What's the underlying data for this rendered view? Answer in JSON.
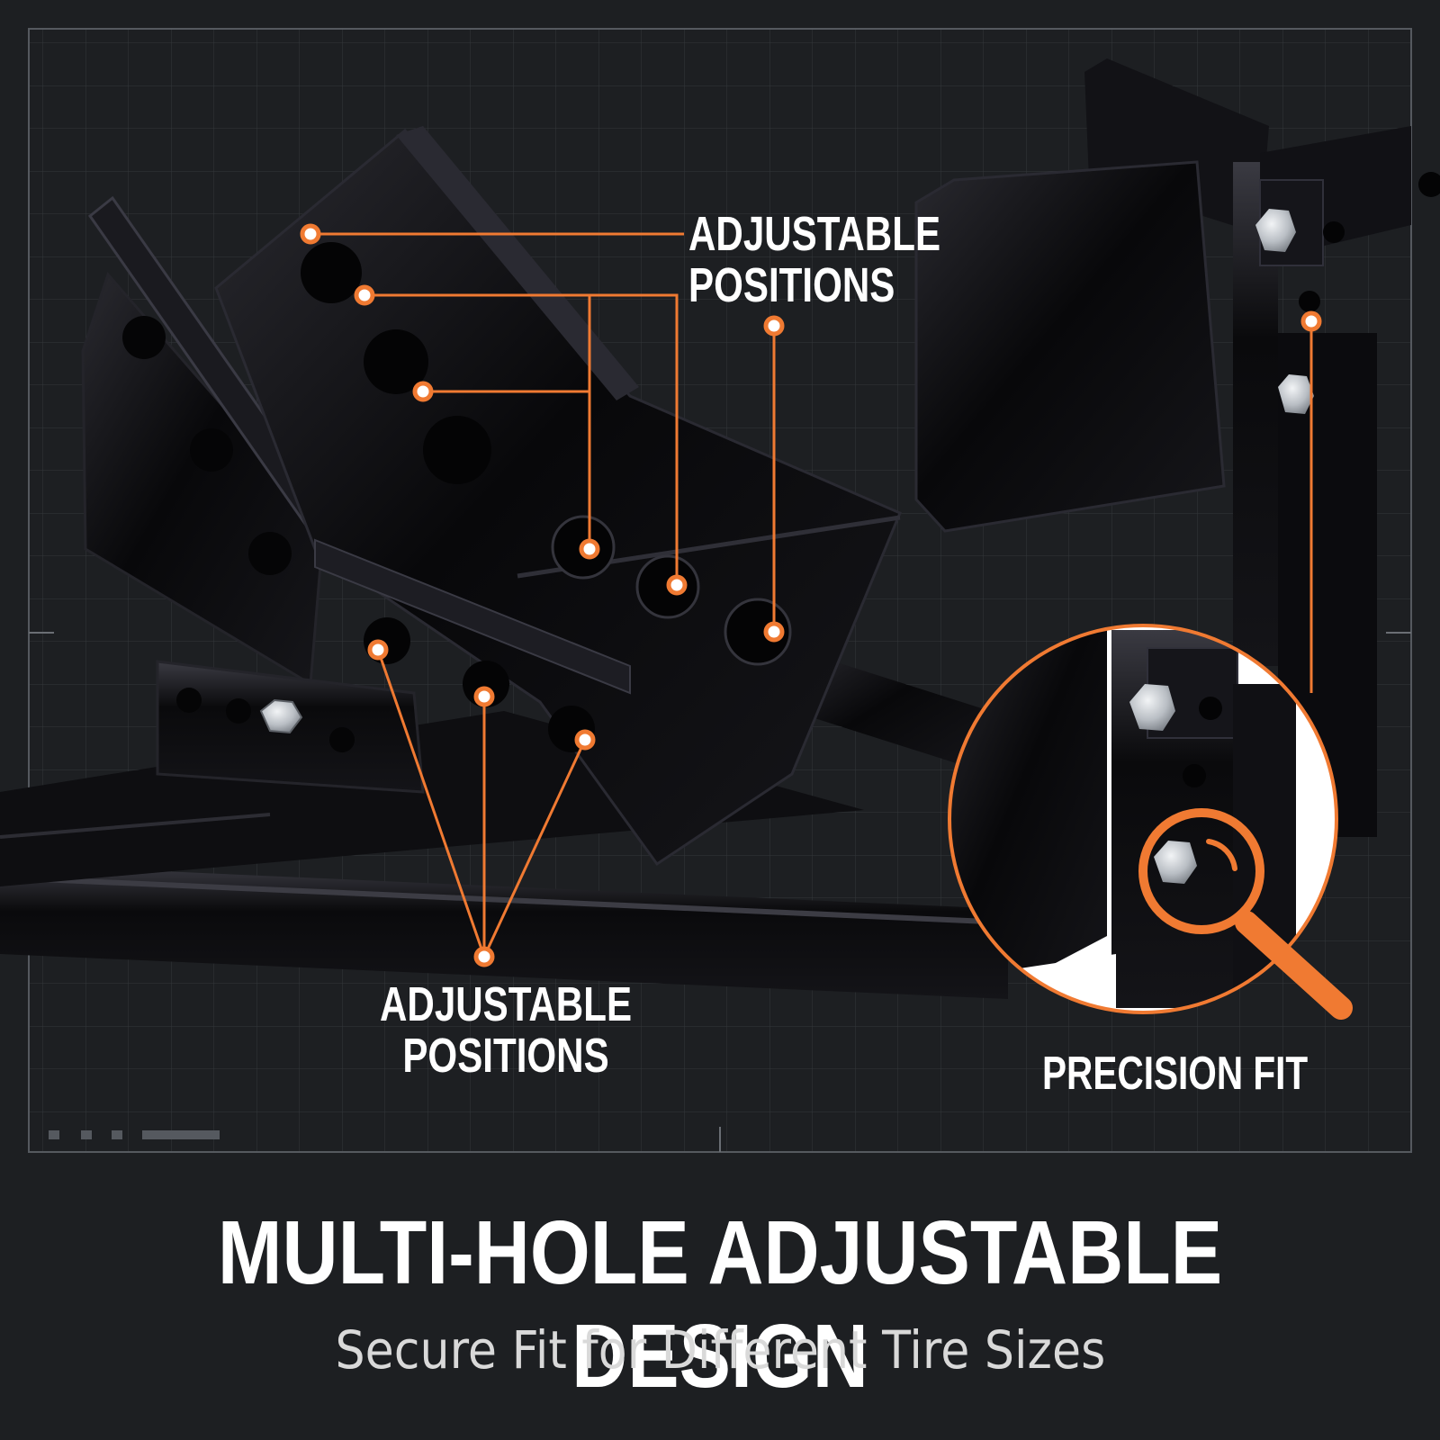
{
  "callouts": {
    "top_label": [
      "ADJUSTABLE",
      "POSITIONS"
    ],
    "bottom_label": [
      "ADJUSTABLE",
      "POSITIONS"
    ],
    "zoom_label": "PRECISION FIT"
  },
  "headline": "MULTI-HOLE ADJUSTABLE DESIGN",
  "subheadline": "Secure Fit for Different Tire Sizes",
  "colors": {
    "background": "#1d1f22",
    "accent": "#f07a32",
    "steel": "#0b0b0d",
    "grid": "#3a3d42",
    "text": "#ffffff"
  },
  "icons": [
    "magnifier-icon",
    "bolt-icon"
  ]
}
